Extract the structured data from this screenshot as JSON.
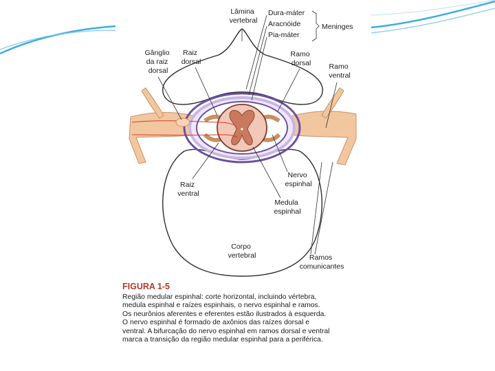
{
  "colors": {
    "slide_accent": "#1f9ed8",
    "outline": "#2b2b2b",
    "meninges_purple": "#6a4fa3",
    "meninges_light": "#c9b6e4",
    "nerve_tan": "#f2c7a0",
    "nerve_edge": "#c98e62",
    "cord_pink": "#f3c7b8",
    "grey_matter": "#c97a5e",
    "caption_title": "#b23a2a"
  },
  "labels": {
    "lamina_vertebral": [
      "Lâmina",
      "vertebral"
    ],
    "dura_mater": "Dura-máter",
    "aracnoide": "Aracnóide",
    "pia_mater": "Pia-máter",
    "meninges": "Meninges",
    "ganglio": [
      "Gânglio",
      "da raiz",
      "dorsal"
    ],
    "raiz_dorsal": [
      "Raiz",
      "dorsal"
    ],
    "ramo_dorsal": [
      "Ramo",
      "dorsal"
    ],
    "ramo_ventral": [
      "Ramo",
      "ventral"
    ],
    "raiz_ventral": [
      "Raiz",
      "ventral"
    ],
    "nervo_espinhal": [
      "Nervo",
      "espinhal"
    ],
    "medula_espinhal": [
      "Medula",
      "espinhal"
    ],
    "corpo_vertebral": [
      "Corpo",
      "vertebral"
    ],
    "ramos_comunicantes": [
      "Ramos",
      "comunicantes"
    ]
  },
  "caption": {
    "title": "FIGURA 1-5",
    "lines": [
      "Região medular espinhal: corte horizontal, incluindo vértebra,",
      "medula espinhal e raízes espinhais, o nervo espinhal e ramos.",
      "Os neurônios aferentes e eferentes estão ilustrados à esquerda.",
      "O nervo espinhal é formado de axônios das raízes dorsal e",
      "ventral. A bifurcação do nervo espinhal em ramos dorsal e ventral",
      "marca a transição da região medular espinhal para a periférica."
    ]
  }
}
